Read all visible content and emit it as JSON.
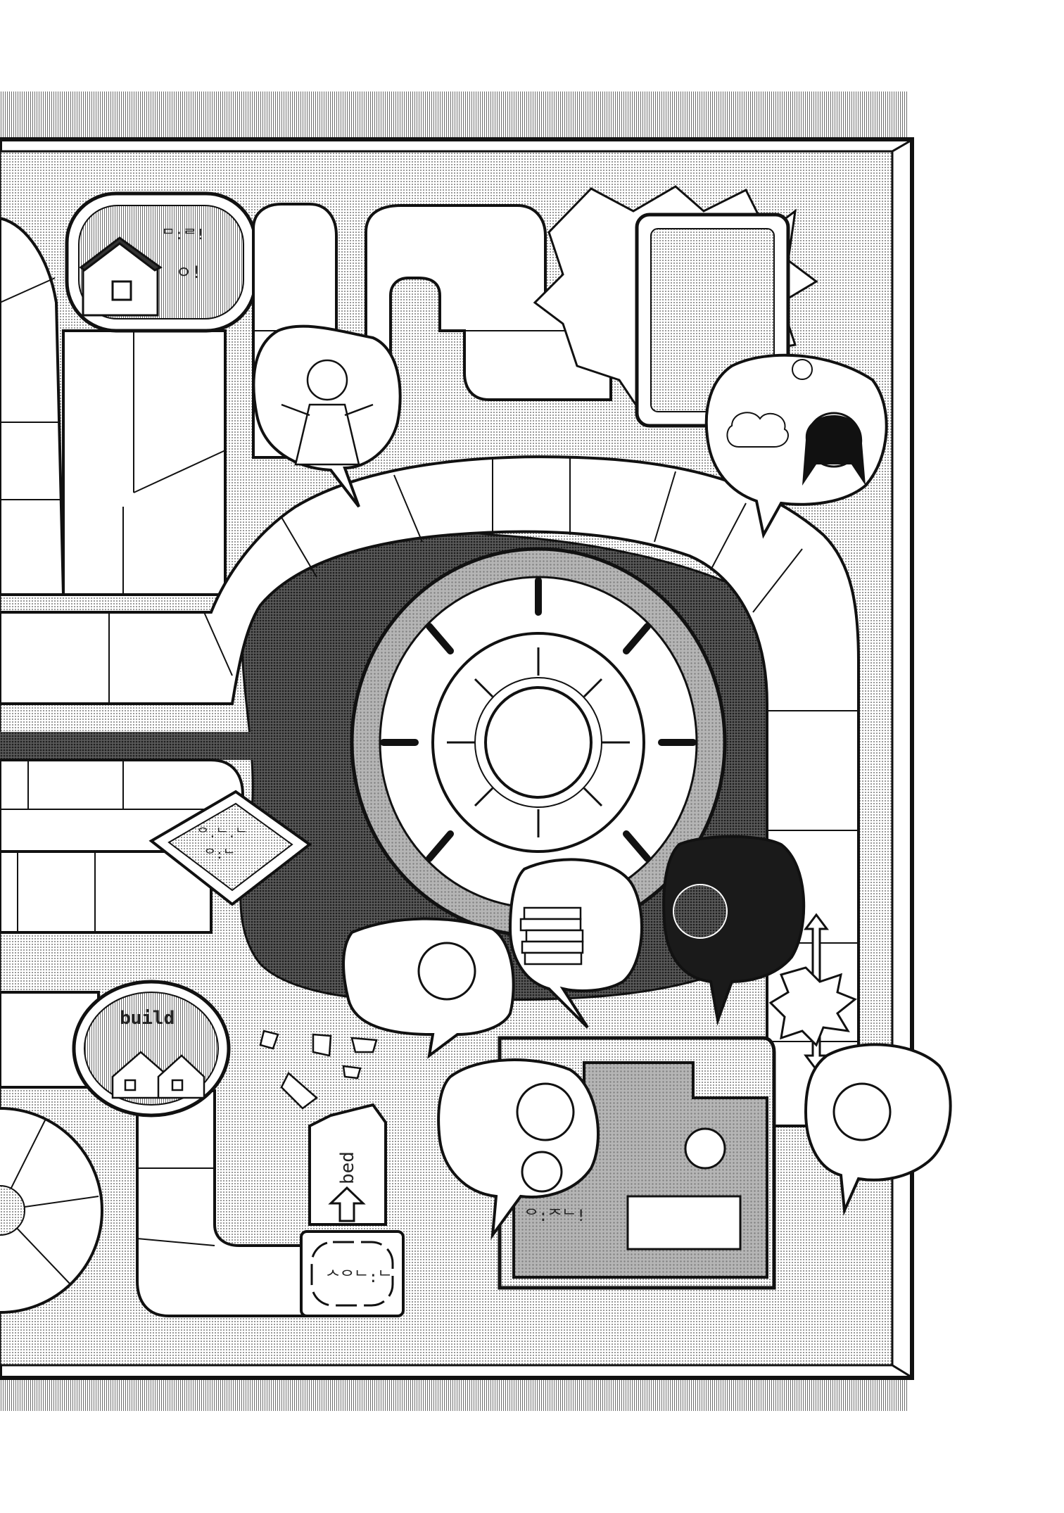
{
  "page": {
    "background": "#ffffff",
    "ink": "#111111",
    "screentone": "#8a8a8a"
  },
  "board": {
    "spaces": [
      {
        "key": "build",
        "text": "build"
      },
      {
        "key": "bed",
        "text": "bed"
      }
    ]
  },
  "icons": [
    "house-icon",
    "fairy-figure-icon",
    "spinner-wheel-icon",
    "up-arrow-icon",
    "sun-icon",
    "cloud-icon",
    "stacked-books-icon",
    "townhouse-icon"
  ]
}
